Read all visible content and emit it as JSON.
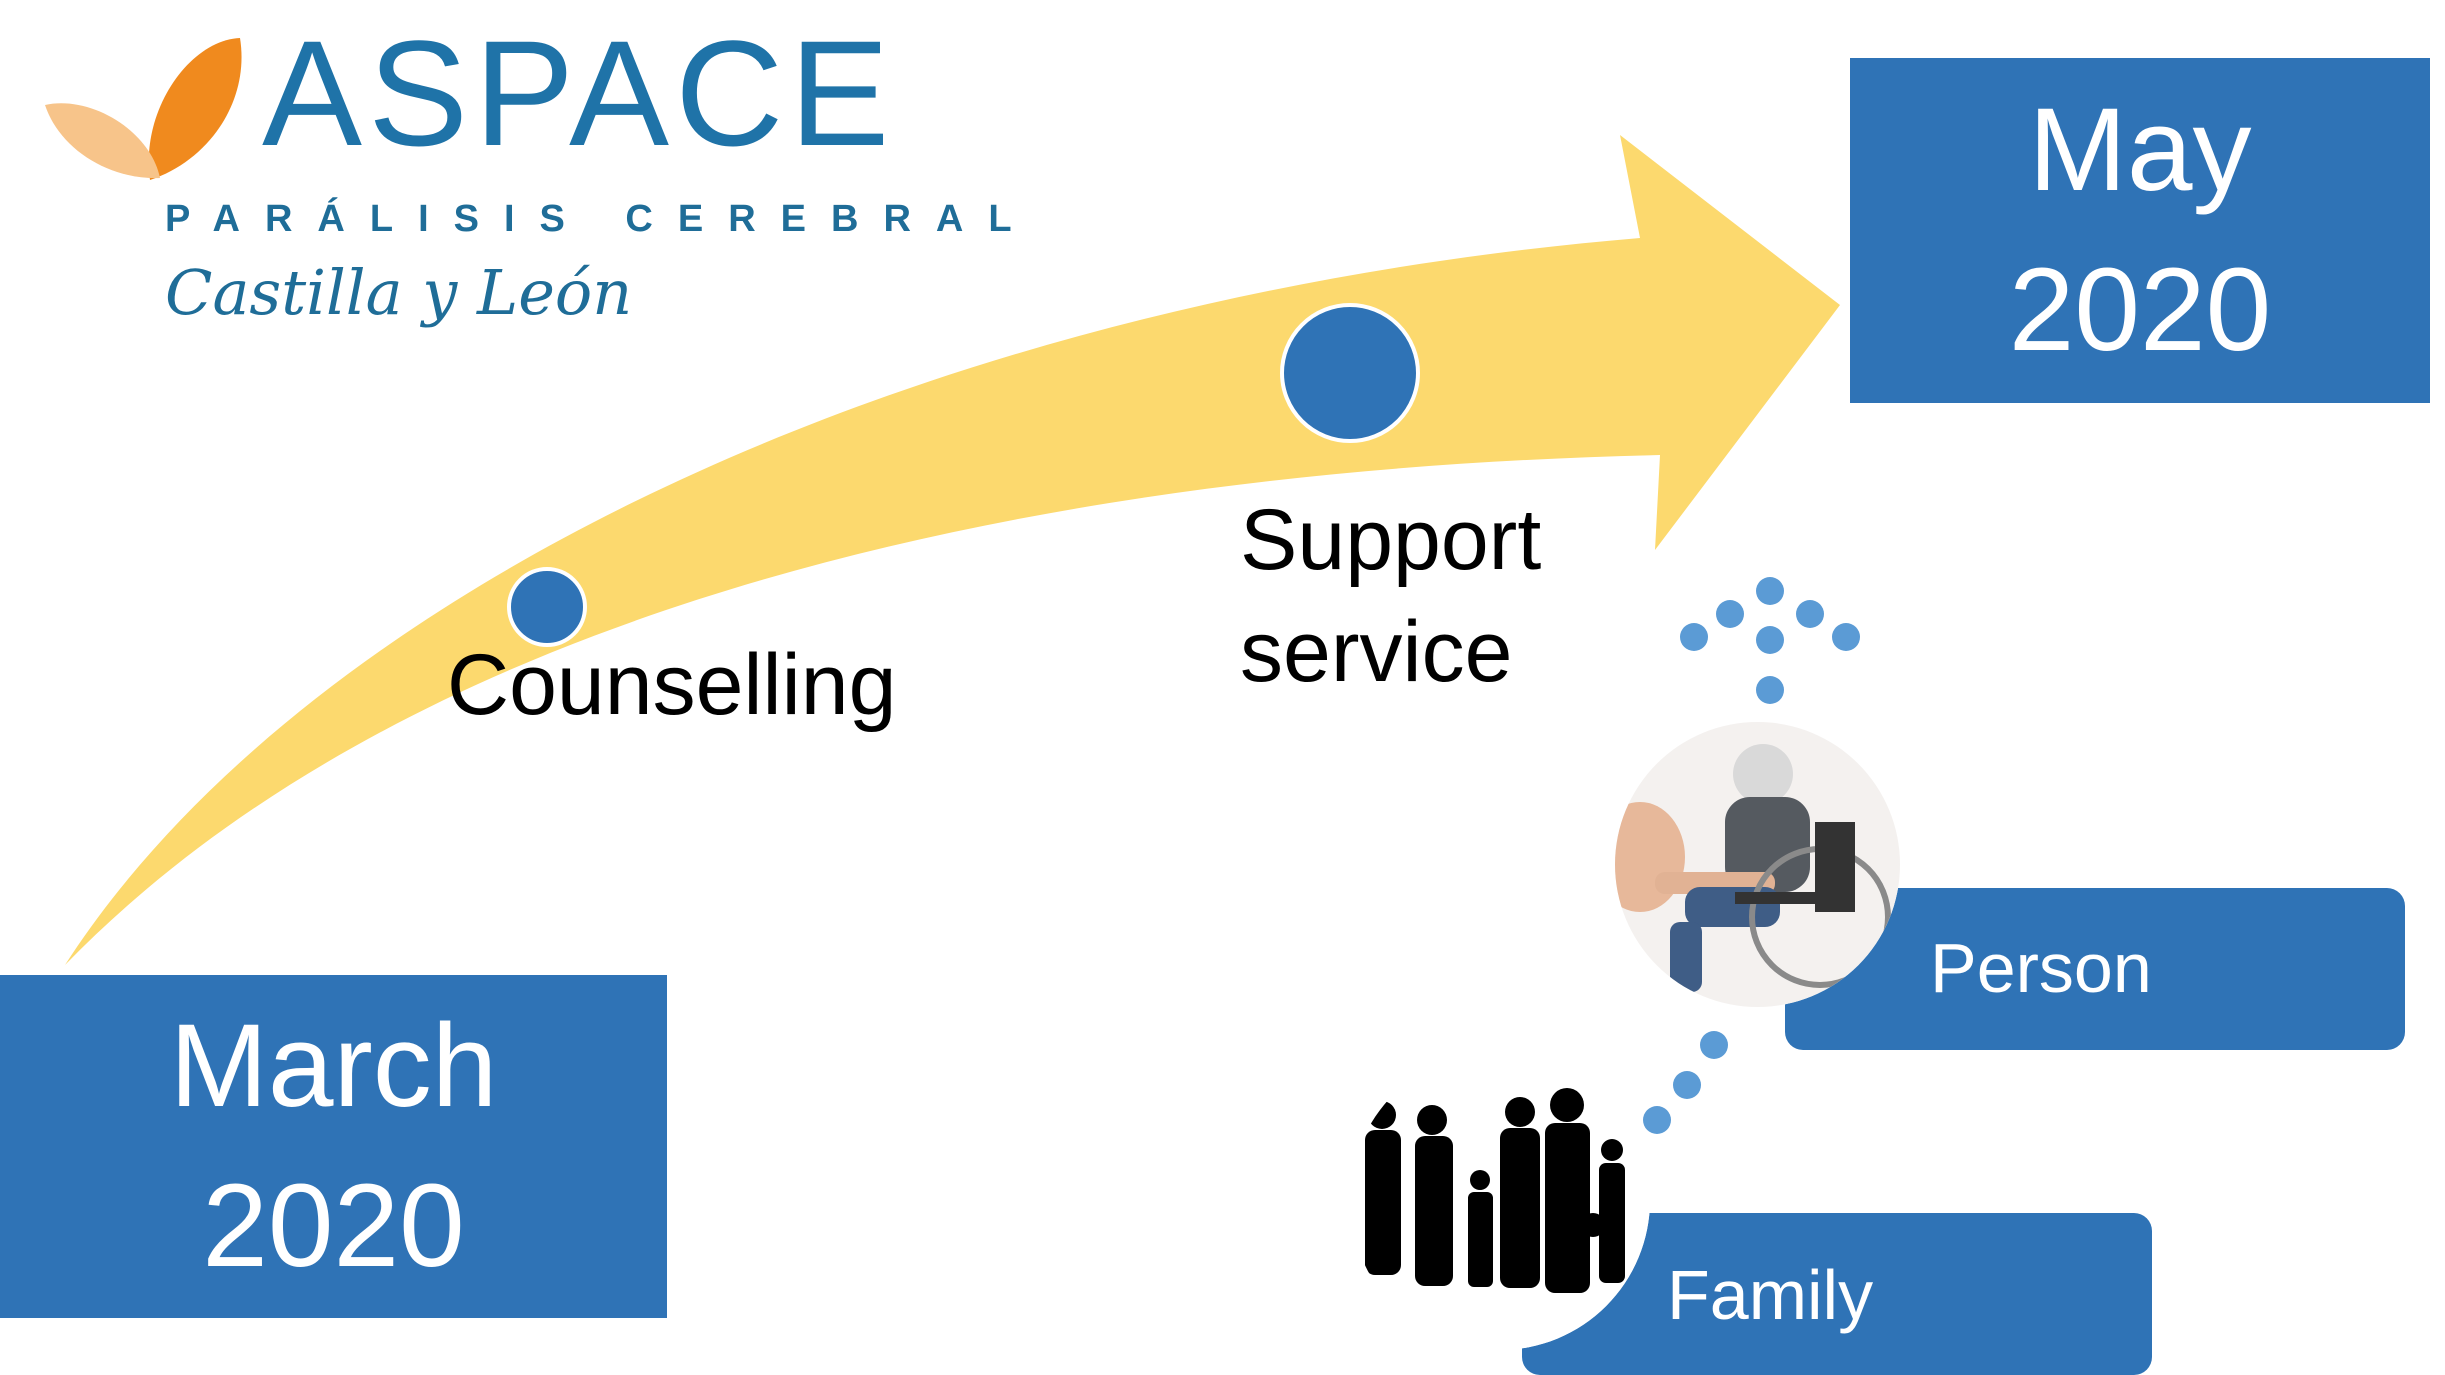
{
  "logo": {
    "name": "ASPACE",
    "subtitle": "PARÁLISIS CEREBRAL",
    "region": "Castilla y León",
    "colors": {
      "text": "#1f73a8",
      "leaf_dark": "#f08a1e",
      "leaf_light": "#f7c48a"
    }
  },
  "timeline": {
    "start": {
      "line1": "March",
      "line2": "2020"
    },
    "end": {
      "line1": "May",
      "line2": "2020"
    },
    "stages": [
      {
        "label": "Counselling"
      },
      {
        "label": "Support service"
      }
    ],
    "arrow_color": "#fcd96e",
    "marker_color": "#2f73b6"
  },
  "recipients": {
    "person": {
      "label": "Person",
      "photo_icon": "caregiver-wheelchair-photo-icon"
    },
    "family": {
      "label": "Family",
      "photo_icon": "family-silhouette-icon"
    },
    "dot_color": "#5b9bd5"
  }
}
